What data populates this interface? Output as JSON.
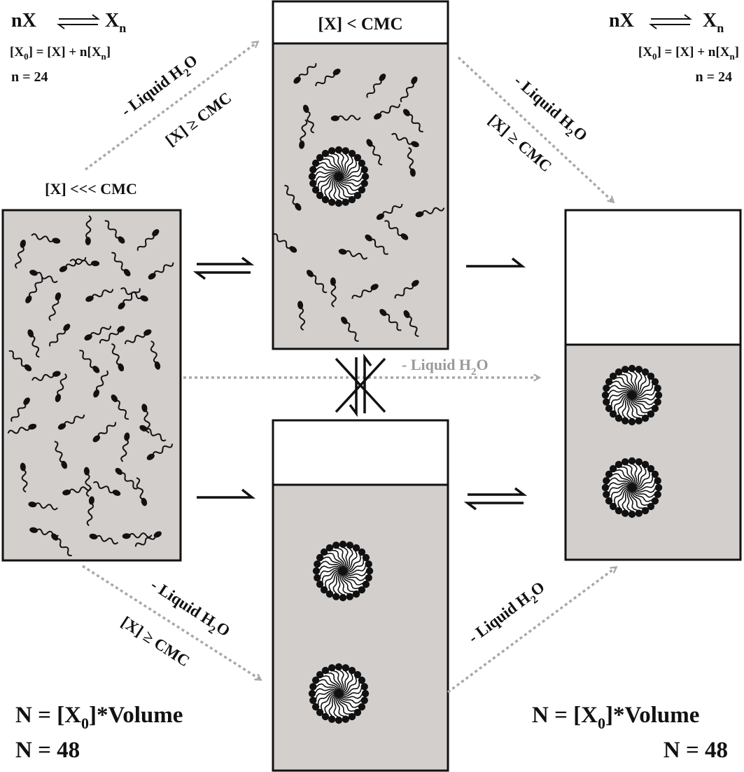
{
  "colors": {
    "solution": "#d3cfcd",
    "ink": "#111111",
    "dashed_arrow": "#a8a8a8",
    "faded_label": "#9a9a9a"
  },
  "equilibrium_left": {
    "lhs": "nX",
    "rhs": "X",
    "rhs_sub": "n",
    "balance_parts": [
      "[X",
      "0",
      "] = [X] + n[X",
      "n",
      "]"
    ],
    "n_label": "n = 24"
  },
  "equilibrium_right": {
    "lhs": "nX",
    "rhs": "X",
    "rhs_sub": "n",
    "balance_parts": [
      "[X",
      "0",
      "] = [X] + n[X",
      "n",
      "]"
    ],
    "n_label": "n = 24"
  },
  "labels": {
    "initial_concentration": "[X] <<< CMC",
    "top_box_header": "[X] < CMC",
    "water_removal_prefix": "- Liquid H",
    "water_sub": "2",
    "water_suffix": "O",
    "cmc_condition": "[X] ≥ CMC"
  },
  "totals_left": {
    "n_def_prefix": "N = [X",
    "n_def_sub": "0",
    "n_def_suffix": "]*Volume",
    "n_value": "N = 48"
  },
  "totals_right": {
    "n_def_prefix": "N = [X",
    "n_def_sub": "0",
    "n_def_suffix": "]*Volume",
    "n_value": "N = 48"
  },
  "icons": {
    "free_surfactant": "surfactant-monomer-icon",
    "micelle": "micelle-icon",
    "reversible": "equilibrium-arrows-icon",
    "irreversible": "half-arrow-icon",
    "blocked": "crossed-equilibrium-icon"
  }
}
